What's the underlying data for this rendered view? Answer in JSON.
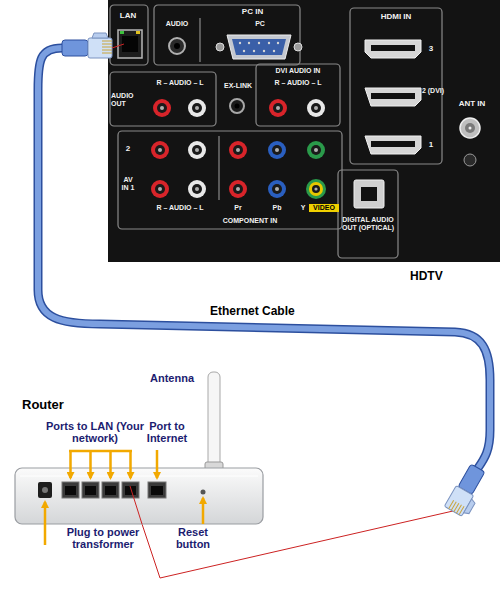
{
  "diagram": {
    "nodes": [
      {
        "text": [
          "HDTV"
        ]
      },
      {
        "text": [
          "Router"
        ]
      }
    ],
    "edges": [
      {
        "from": 0,
        "to": 1,
        "label": "Ethernet Cable",
        "arrow": "none"
      }
    ],
    "labels": [
      "LAN",
      "AUDIO",
      "PC IN",
      "PC",
      "HDMI IN",
      "3",
      "2 (DVI)",
      "1",
      "ANT IN",
      "R – AUDIO – L",
      "AUDIO OUT",
      "EX-LINK",
      "DVI AUDIO IN",
      "R – AUDIO – L",
      "2",
      "AV IN 1",
      "R – AUDIO – L",
      "Pr",
      "Pb",
      "Y",
      "VIDEO",
      "COMPONENT IN",
      "DIGITAL AUDIO OUT (OPTICAL)",
      "Antenna",
      "Ports to LAN (Your network)",
      "Port to Internet",
      "Plug to power transformer",
      "Reset button"
    ]
  }
}
